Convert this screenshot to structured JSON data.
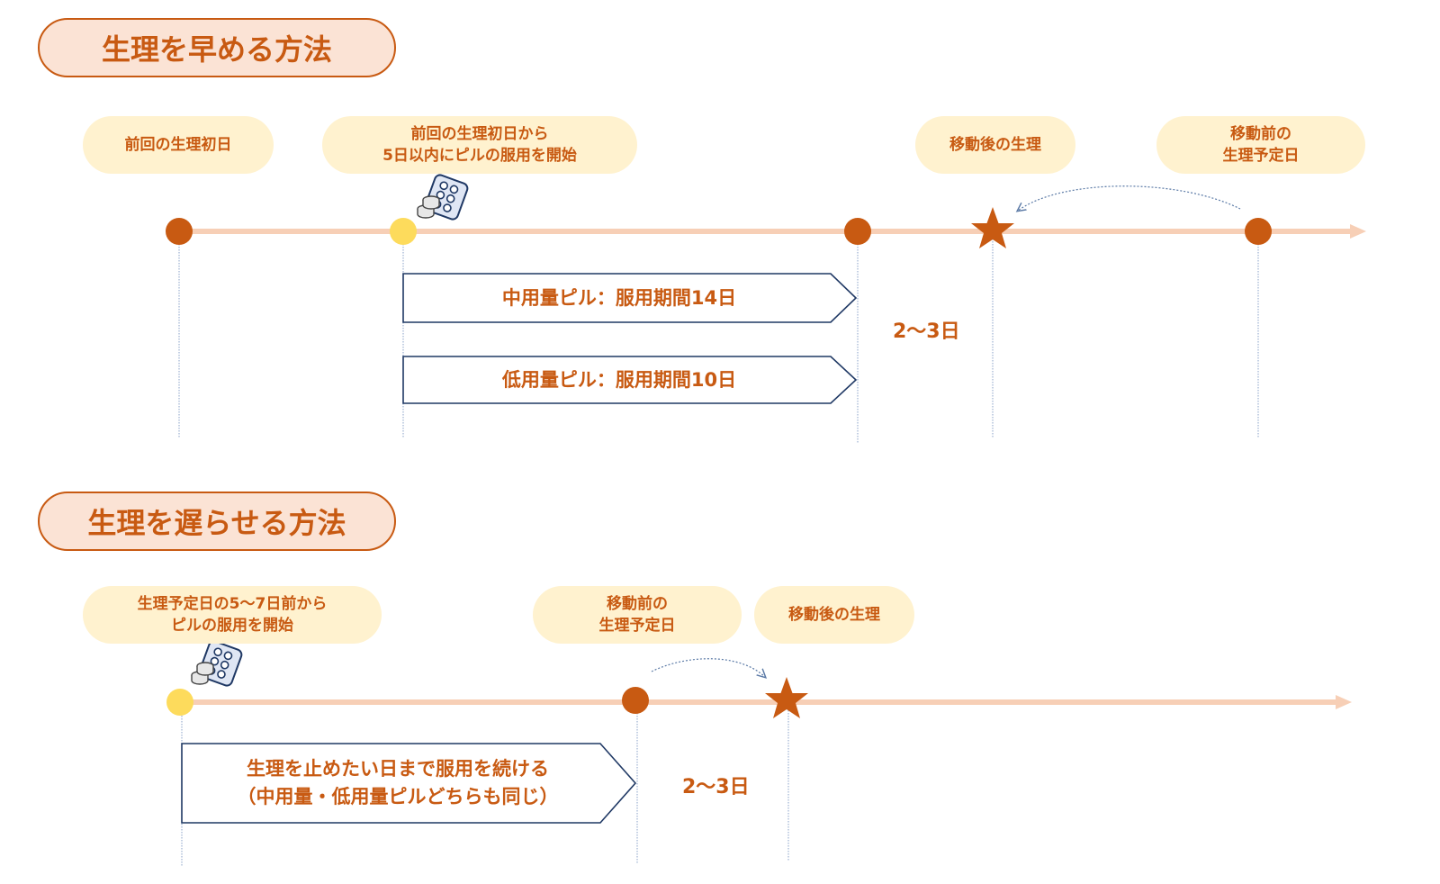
{
  "colors": {
    "accent": "#c85a12",
    "title_fill": "#fbe3d5",
    "label_fill": "#fff2cf",
    "timeline": "#f7cfb6",
    "marker_dark": "#c85a12",
    "marker_light": "#fddb5c",
    "arrow_border": "#1f3864"
  },
  "section1": {
    "title": "生理を早める方法",
    "labels": {
      "prev_start": "前回の生理初日",
      "pill_start_1": "前回の生理初日から",
      "pill_start_2": "5日以内にピルの服用を開始",
      "after_move": "移動後の生理",
      "before_move_1": "移動前の",
      "before_move_2": "生理予定日"
    },
    "arrows": {
      "medium": "中用量ピル：服用期間14日",
      "low": "低用量ピル：服用期間10日"
    },
    "days": "2〜3日",
    "icons": [
      "pill-pack-icon",
      "star-icon",
      "curved-arrow-icon"
    ]
  },
  "section2": {
    "title": "生理を遅らせる方法",
    "labels": {
      "pill_start_1": "生理予定日の5〜7日前から",
      "pill_start_2": "ピルの服用を開始",
      "before_move_1": "移動前の",
      "before_move_2": "生理予定日",
      "after_move": "移動後の生理"
    },
    "arrow_line1": "生理を止めたい日まで服用を続ける",
    "arrow_line2": "（中用量・低用量ピルどちらも同じ）",
    "days": "2〜3日",
    "icons": [
      "pill-pack-icon",
      "star-icon",
      "curved-arrow-icon"
    ]
  }
}
